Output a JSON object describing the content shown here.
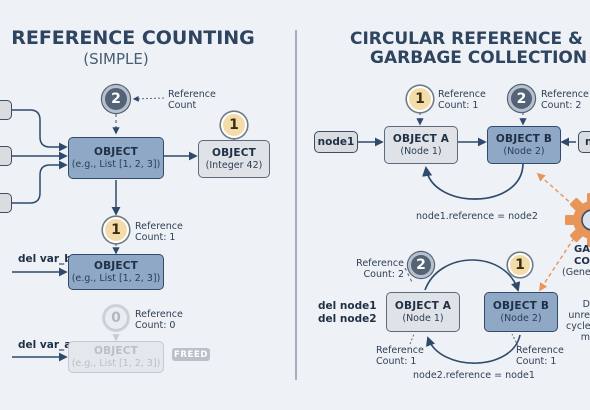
{
  "left": {
    "title": "REFERENCE COUNTING",
    "subtitle": "(SIMPLE)",
    "top_badge": "2",
    "top_note": [
      "Reference",
      "Count"
    ],
    "main_object": {
      "title": "OBJECT",
      "sub": "(e.g., List [1, 2, 3])"
    },
    "int_badge": "1",
    "int_object": {
      "title": "OBJECT",
      "sub": "(Integer 42)"
    },
    "mid_badge": "1",
    "mid_note": [
      "Reference",
      "Count: 1"
    ],
    "del_b": "del var_b",
    "mid_object": {
      "title": "OBJECT",
      "sub": "(e.g., List [1, 2, 3])"
    },
    "zero_badge": "0",
    "zero_note": [
      "Reference",
      "Count: 0"
    ],
    "del_a": "del var_a",
    "freed_object": {
      "title": "OBJECT",
      "sub": "(e.g., List [1, 2, 3])"
    },
    "freed_label": "FREED"
  },
  "right": {
    "title_line1": "CIRCULAR REFERENCE &",
    "title_line2": "GARBAGE COLLECTION",
    "badge_a": "1",
    "note_a": [
      "Reference",
      "Count: 1"
    ],
    "badge_b": "2",
    "note_b": [
      "Reference",
      "Count: 2"
    ],
    "node1_var": "node1",
    "node2_var_partial": "n",
    "object_a": {
      "title": "OBJECT A",
      "sub": "(Node 1)"
    },
    "object_b": {
      "title": "OBJECT B",
      "sub": "(Node 2)"
    },
    "top_cycle_label": "node1.reference = node2",
    "gc_title": [
      "GAR",
      "COLL"
    ],
    "gc_sub": "(Gener",
    "gc_desc": [
      "D",
      "unre",
      "cycle",
      "m"
    ],
    "lower_note_a": [
      "Reference",
      "Count: 2"
    ],
    "lower_badge_a": "2",
    "lower_badge_b": "1",
    "del_cmds": [
      "del node1",
      "del node2"
    ],
    "lower_object_a": {
      "title": "OBJECT A",
      "sub": "(Node 1)"
    },
    "lower_object_b": {
      "title": "OBJECT B",
      "sub": "(Node 2)"
    },
    "bottom_note_a": [
      "Reference",
      "Count: 1"
    ],
    "bottom_note_b": [
      "Reference",
      "Count: 1"
    ],
    "bottom_cycle_label": "node2.reference = node1"
  }
}
